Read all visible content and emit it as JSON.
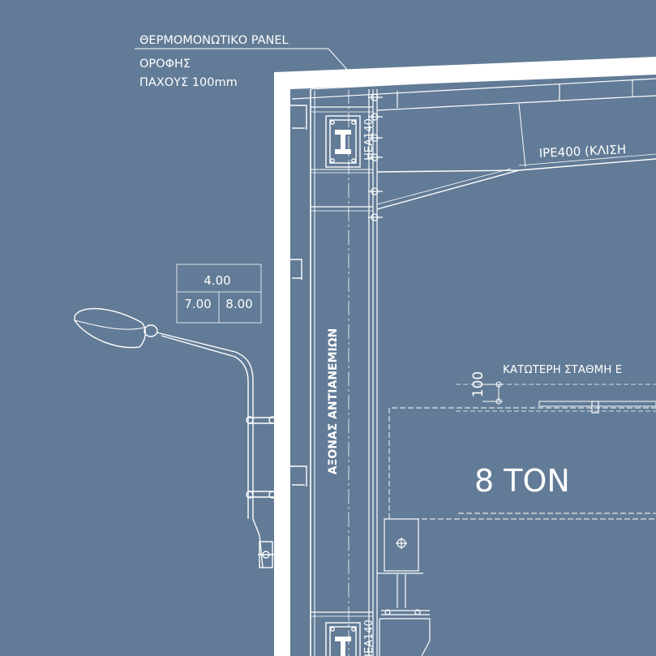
{
  "labels": {
    "panel_line1": "ΘΕΡΜΟΜΟΝΩΤΙΚΟ PANEL",
    "panel_line2": "ΟΡΟΦΗΣ",
    "panel_line3": "ΠΑΧΟΥΣ 100mm",
    "column_profile_top": "HEA140",
    "column_profile_bottom": "HEA140",
    "beam_profile": "IPE400 (ΚΛΙΣΗ",
    "wind_axis": "ΑΞΟΝΑΣ ΑΝΤΙΑΝΕΜΙΩΝ",
    "crane_level": "ΚΑΤΩΤΕΡΗ ΣΤΑΘΜΗ Ε",
    "crane_offset_dim": "100",
    "crane_capacity": "8 TON"
  },
  "level_table": {
    "top": "4.00",
    "bottom_left": "7.00",
    "bottom_right": "8.00"
  },
  "colors": {
    "background": "#627b96",
    "line": "#ffffff"
  }
}
